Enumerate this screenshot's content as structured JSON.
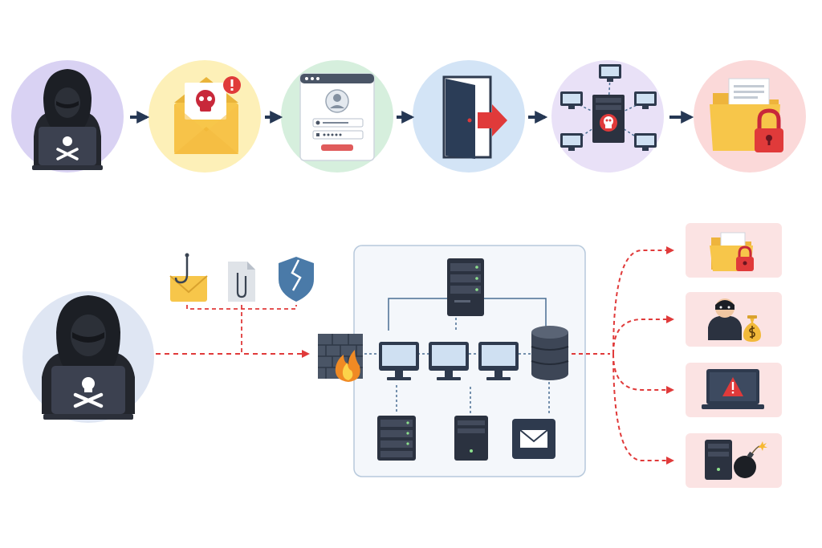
{
  "diagram": {
    "flow_steps": [
      {
        "id": "attacker",
        "icon": "hooded-hacker-laptop-icon",
        "fill": "#d9d2f3"
      },
      {
        "id": "phishing-email",
        "icon": "malicious-email-icon",
        "fill": "#fdf0b8"
      },
      {
        "id": "credential-login",
        "icon": "login-form-icon",
        "fill": "#d6efdd"
      },
      {
        "id": "unauthorized-access",
        "icon": "open-door-icon",
        "fill": "#d3e4f6"
      },
      {
        "id": "lateral-movement",
        "icon": "infected-server-network-icon",
        "fill": "#e9e1f7"
      },
      {
        "id": "data-lockdown",
        "icon": "locked-folder-icon",
        "fill": "#fbd9d9"
      }
    ],
    "attack_vectors": [
      {
        "id": "phishing-hook",
        "icon": "phishing-hook-email-icon"
      },
      {
        "id": "malicious-attachment",
        "icon": "paperclip-file-icon"
      },
      {
        "id": "broken-defense",
        "icon": "cracked-shield-icon"
      }
    ],
    "network_nodes": [
      {
        "id": "firewall",
        "icon": "burning-firewall-icon"
      },
      {
        "id": "top-server",
        "icon": "server-icon"
      },
      {
        "id": "workstation-1",
        "icon": "monitor-icon"
      },
      {
        "id": "workstation-2",
        "icon": "monitor-icon"
      },
      {
        "id": "workstation-3",
        "icon": "monitor-icon"
      },
      {
        "id": "database",
        "icon": "database-icon"
      },
      {
        "id": "rack-server",
        "icon": "rack-server-icon"
      },
      {
        "id": "tower-server",
        "icon": "tower-server-icon"
      },
      {
        "id": "mail-server",
        "icon": "mail-icon"
      }
    ],
    "outcomes": [
      {
        "id": "data-encrypted",
        "icon": "locked-folder-icon"
      },
      {
        "id": "ransom-theft",
        "icon": "thief-money-bag-icon"
      },
      {
        "id": "system-alert",
        "icon": "laptop-warning-icon"
      },
      {
        "id": "infrastructure-sabotage",
        "icon": "server-bomb-icon"
      }
    ],
    "colors": {
      "navy": "#2e3a4e",
      "arrow_navy": "#253753",
      "danger_red": "#e03a3a",
      "network_line": "#4a6f93",
      "network_panel": "#f4f7fb",
      "outcome_card": "#fbe3e3",
      "folder_yellow": "#f7c64a",
      "skull_red": "#c8283a"
    }
  }
}
